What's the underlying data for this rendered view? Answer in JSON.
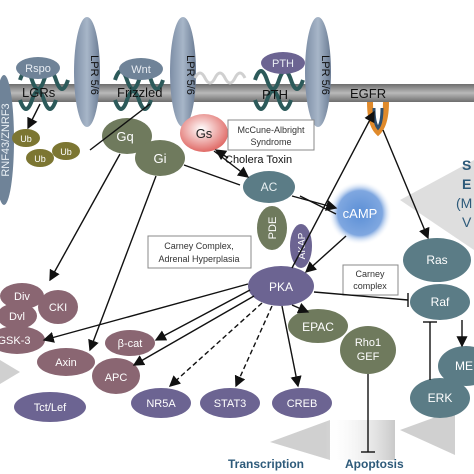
{
  "colors": {
    "membrane": "#8c8c8c",
    "node_green": "#6f7a5d",
    "node_slate": "#6f8398",
    "node_mauve": "#8a6672",
    "node_purple": "#6c6492",
    "node_teal": "#5b7c86",
    "gs_red": "#e06a66",
    "camp_blue": "#5b8fd6",
    "ub_olive": "#7c7632",
    "egfr_orange": "#e08a2b",
    "text_blue": "#2d5a7a"
  },
  "receptors": {
    "lgrs": "LGRs",
    "frizzled": "Frizzled",
    "lpr1": "LPR 5/6",
    "lpr2": "LPR 5/6",
    "lpr3": "LPR 5/6",
    "pth_receptor": "PTH",
    "egfr": "EGFR",
    "rnf": "RNF43/ZNRF3"
  },
  "ligands": {
    "rspo": "Rspo",
    "wnt": "Wnt",
    "pth": "PTH"
  },
  "nodes": {
    "ub1": "Ub",
    "ub2": "Ub",
    "ub3": "Ub",
    "gq": "Gq",
    "gi": "Gi",
    "gs": "Gs",
    "ac": "AC",
    "camp": "cAMP",
    "pde": "PDE",
    "akap": "AKAP",
    "pka": "PKA",
    "epac": "EPAC",
    "rho1gef": "Rho1\nGEF",
    "div": "Div",
    "dvl": "Dvl",
    "cki": "CKI",
    "gsk3": "GSK-3",
    "bcat": "β-cat",
    "axin": "Axin",
    "apc": "APC",
    "tctlef": "Tct/Lef",
    "nr5a": "NR5A",
    "stat3": "STAT3",
    "creb": "CREB",
    "ras": "Ras",
    "raf": "Raf",
    "me": "ME",
    "erk": "ERK"
  },
  "annotations": {
    "mccune": [
      "McCune-Albright",
      "Syndrome"
    ],
    "cholera": "Cholera Toxin",
    "carney_adrenal": [
      "Carney Complex,",
      "Adrenal Hyperplasia"
    ],
    "carney_complex": [
      "Carney",
      "complex"
    ],
    "side_s": "S",
    "side_e": "E",
    "side_m": "(M",
    "side_v": "V"
  },
  "outcomes": {
    "transcription": "Transcription",
    "apoptosis": "Apoptosis"
  }
}
